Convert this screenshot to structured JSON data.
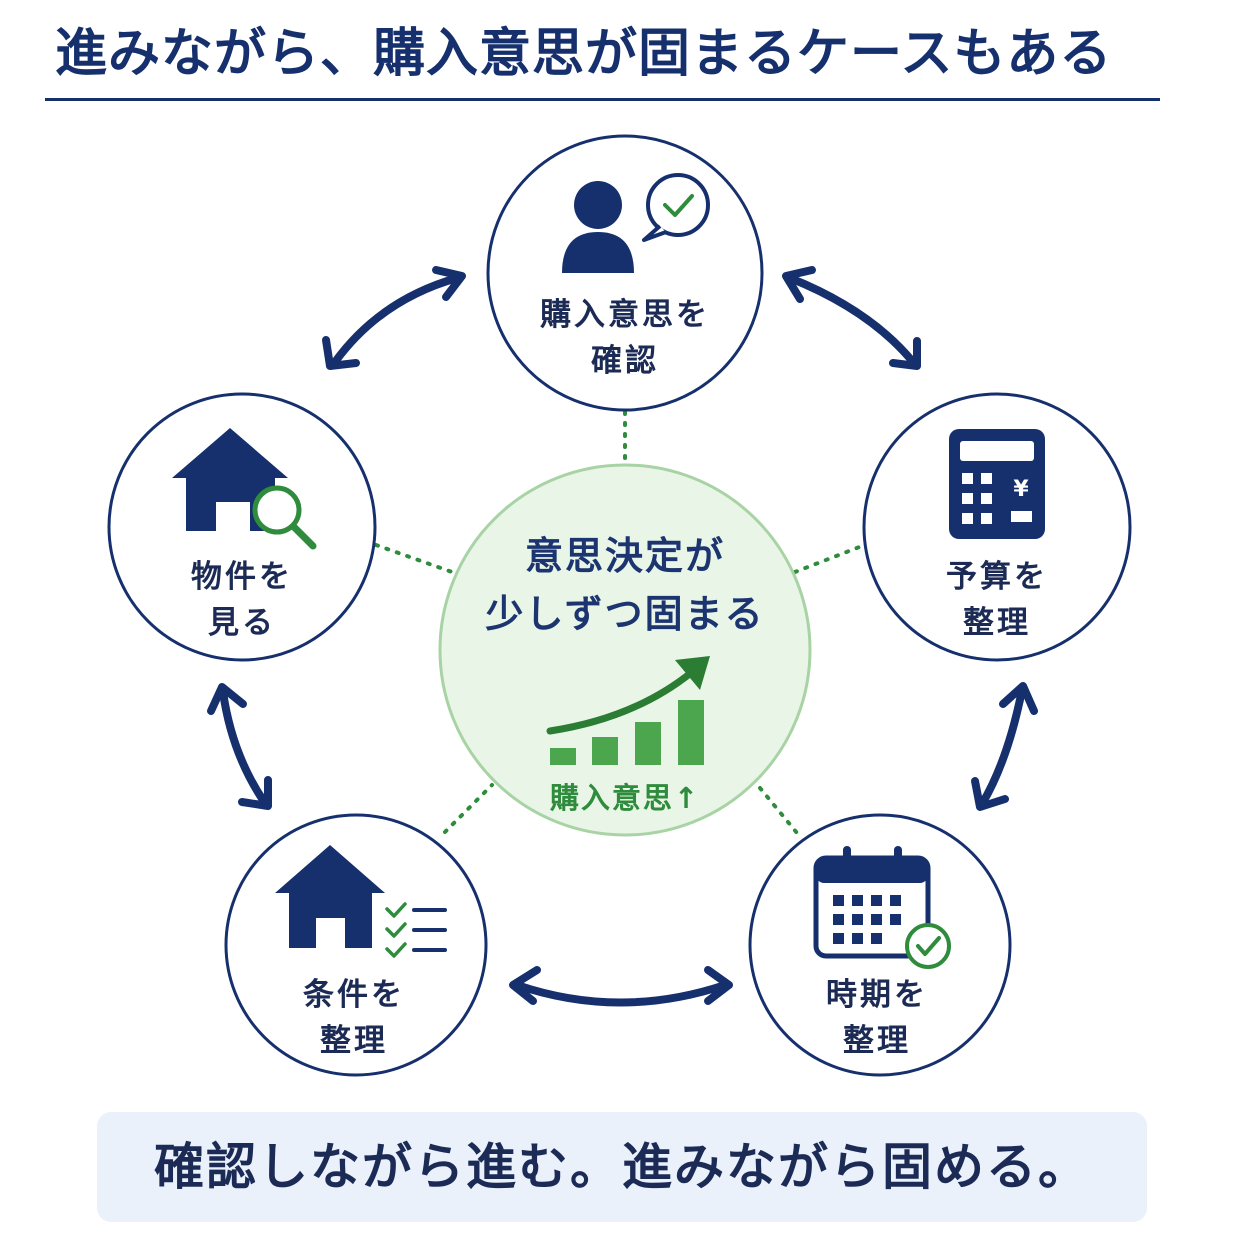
{
  "title": "進みながら、購入意思が固まるケースもある",
  "colors": {
    "navy": "#16306e",
    "green": "#2f8c3c",
    "light_green": "#e9f5e7",
    "panel": "#eaf1fb"
  },
  "center": {
    "title_line1": "意思決定が",
    "title_line2": "少しずつ固まる",
    "subtitle": "購入意思↑",
    "icon": "rising-bar-chart-icon"
  },
  "nodes": [
    {
      "line1": "購入意思を",
      "line2": "確認",
      "icon": "person-check-bubble-icon"
    },
    {
      "line1": "予算を",
      "line2": "整理",
      "icon": "calculator-yen-icon"
    },
    {
      "line1": "時期を",
      "line2": "整理",
      "icon": "calendar-check-icon"
    },
    {
      "line1": "条件を",
      "line2": "整理",
      "icon": "house-checklist-icon"
    },
    {
      "line1": "物件を",
      "line2": "見る",
      "icon": "house-search-icon"
    }
  ],
  "footer": "確認しながら進む。進みながら固める。"
}
